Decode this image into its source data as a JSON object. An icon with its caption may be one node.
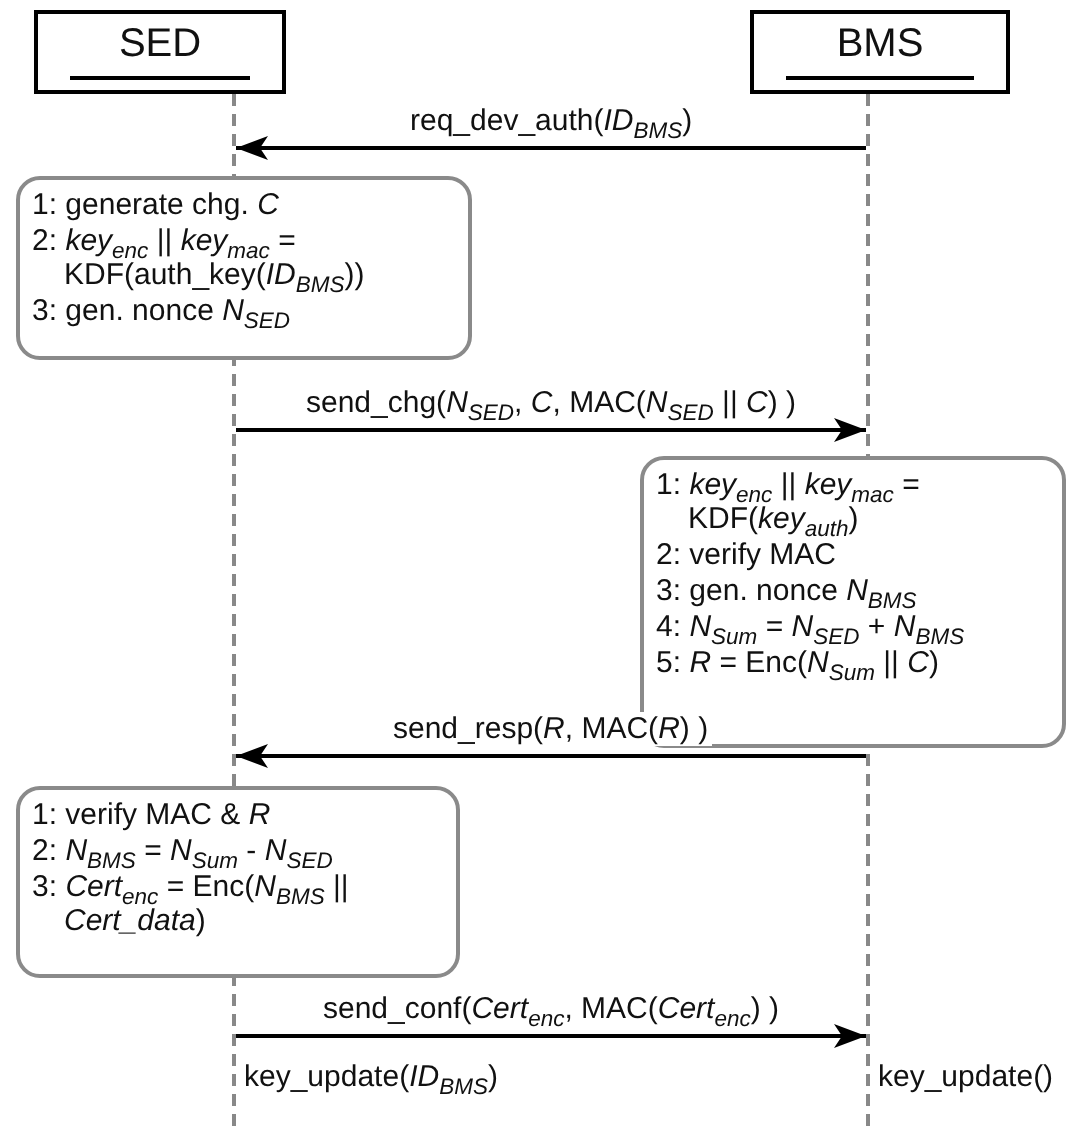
{
  "diagram": {
    "nodes": [
      {
        "text": [
          "SED"
        ]
      },
      {
        "text": [
          "BMS"
        ]
      },
      {
        "text": [],
        "shape": "lifeline"
      },
      {
        "text": [],
        "shape": "lifeline"
      },
      {
        "text": [
          "1: generate chg. *C*",
          "2: *key*$_{enc}$ || *key*$_{mac}$ = KDF(auth_key(*ID*$_{BMS}$))",
          "3: gen. nonce *N*$_{SED}$"
        ]
      },
      {
        "text": [
          "1: *key*$_{enc}$ || *key*$_{mac}$ = KDF(*key*$_{auth}$)",
          "2: verify MAC",
          "3: gen. nonce *N*$_{BMS}$",
          "4: *N*$_{Sum}$ = *N*$_{SED}$ + *N*$_{BMS}$",
          "5: *R* = Enc(*N*$_{Sum}$ || *C*)"
        ]
      },
      {
        "text": [
          "1: verify MAC & *R*",
          "2: *N*$_{BMS}$ = *N*$_{Sum}$ - *N*$_{SED}$",
          "3: *Cert*$_{enc}$ = Enc(*N*$_{BMS}$ || *Cert_data*)"
        ]
      }
    ],
    "edges": [
      {
        "from": 3,
        "to": 2,
        "arrow": "to",
        "label": "req_dev_auth(*ID*$_{BMS}$)"
      },
      {
        "from": 2,
        "to": 3,
        "arrow": "to",
        "label": "send_chg(*N*$_{SED}$, *C*, MAC(*N*$_{SED}$ || *C*) )"
      },
      {
        "from": 3,
        "to": 2,
        "arrow": "to",
        "label": "send_resp(*R*, MAC(*R*) )"
      },
      {
        "from": 2,
        "to": 3,
        "arrow": "to",
        "label": "send_conf(*Cert*$_{enc}$, MAC(*Cert*$_{enc}$) )"
      }
    ],
    "labels": [
      "key_update(*ID*$_{BMS}$)",
      "key_update()"
    ]
  }
}
